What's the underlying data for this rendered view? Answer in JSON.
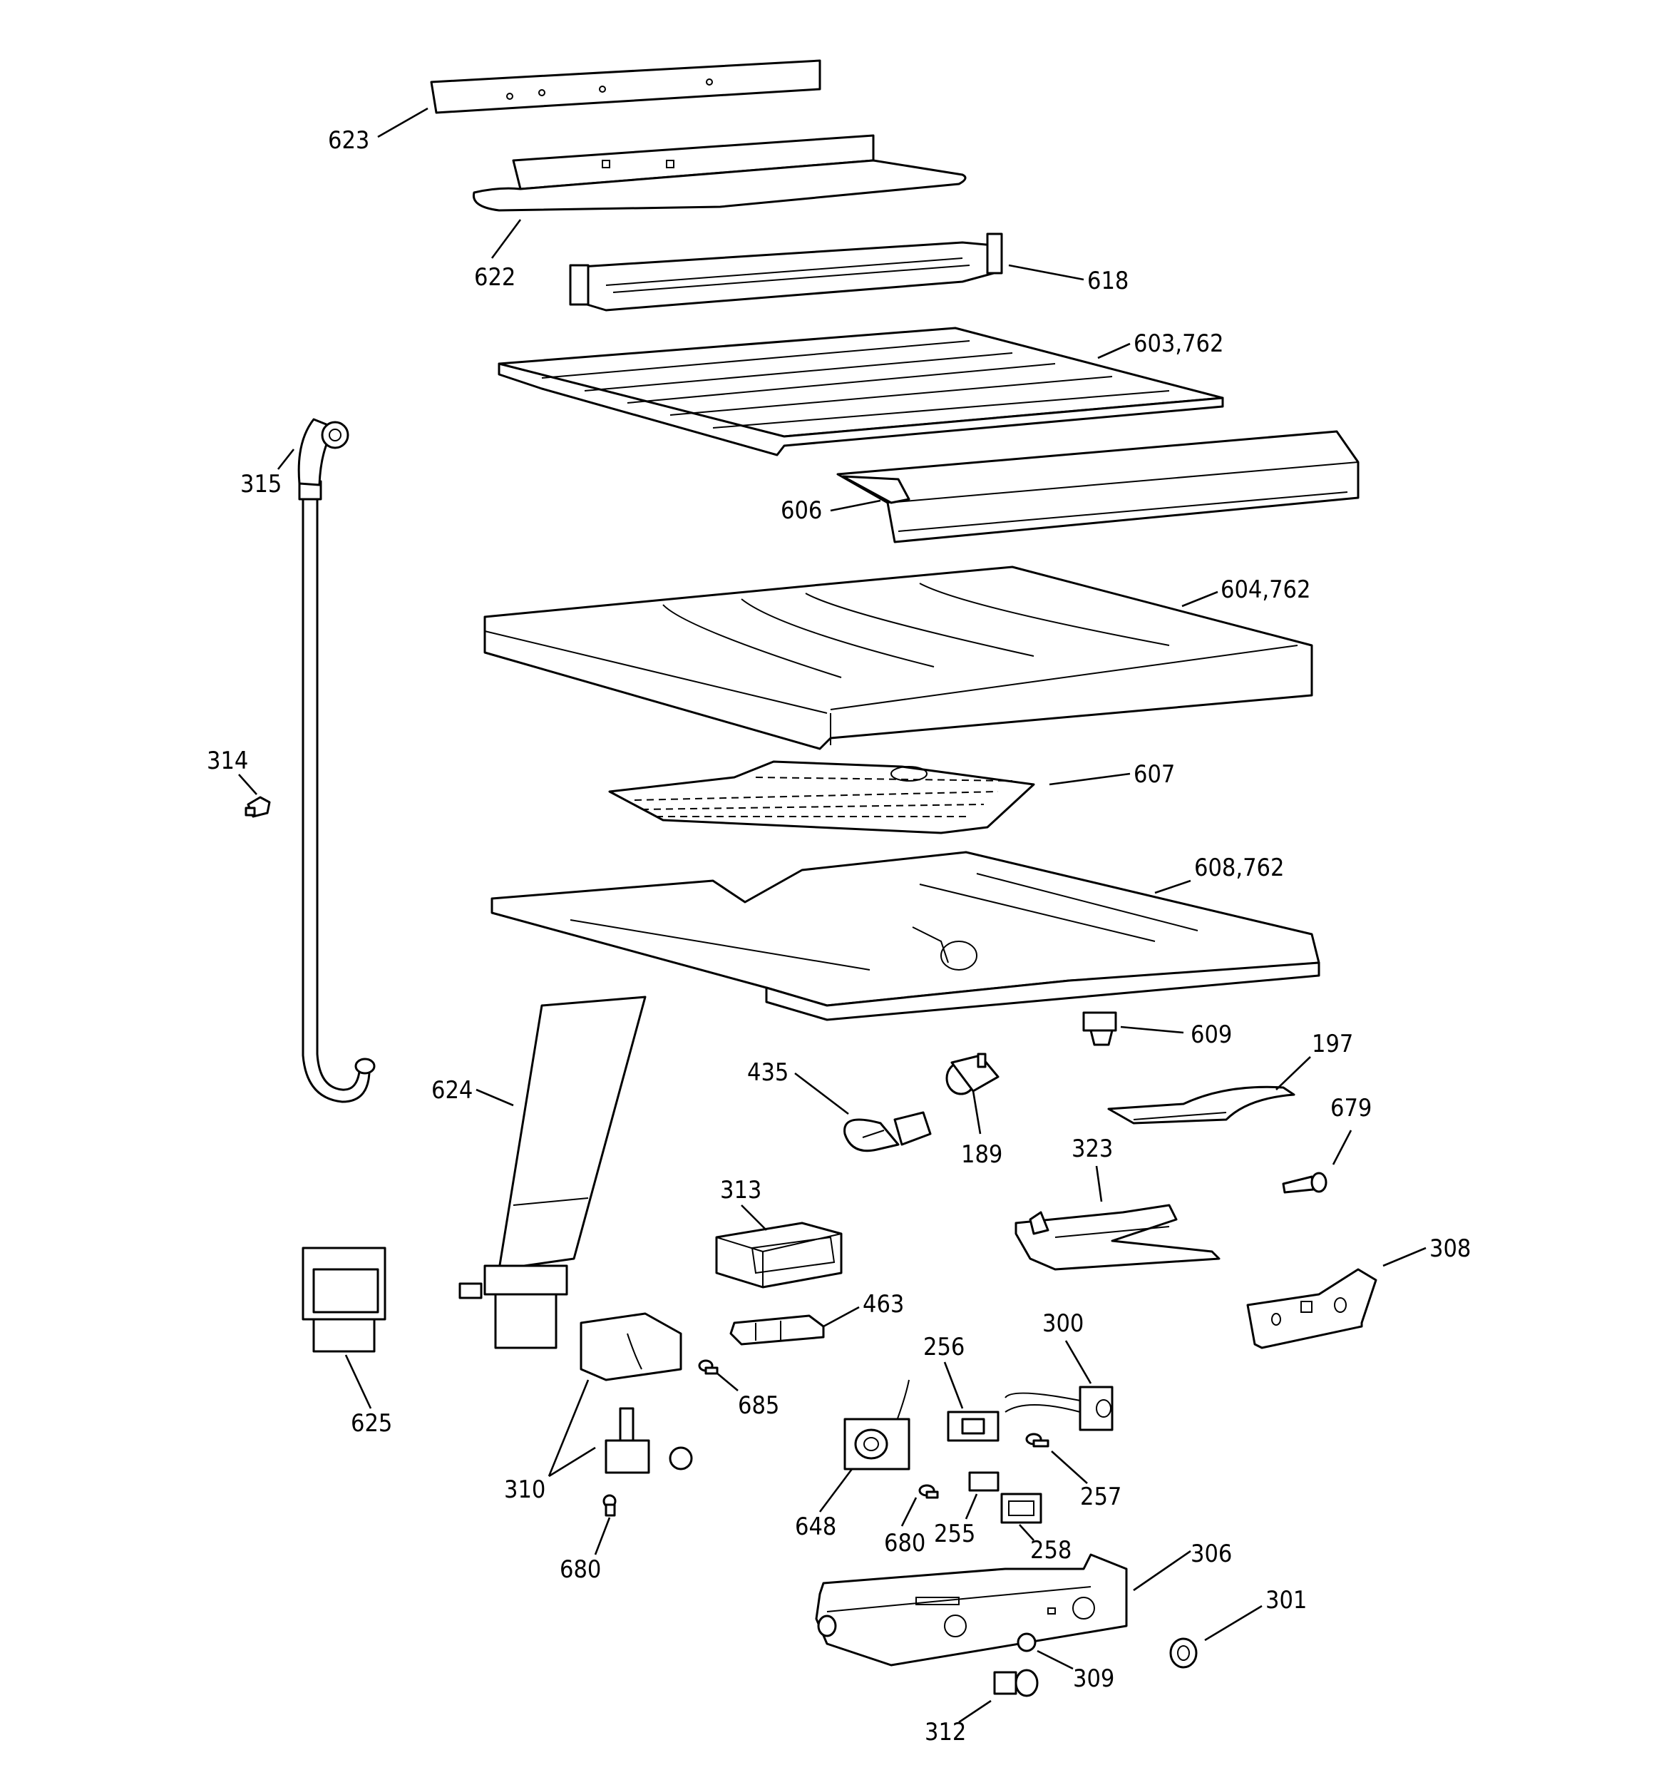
{
  "labels": {
    "l623": "623",
    "l622": "622",
    "l618": "618",
    "l603": "603,762",
    "l315": "315",
    "l606": "606",
    "l604": "604,762",
    "l314": "314",
    "l607": "607",
    "l608": "608,762",
    "l609": "609",
    "l197": "197",
    "l435": "435",
    "l624": "624",
    "l189": "189",
    "l679": "679",
    "l323": "323",
    "l313": "313",
    "l308": "308",
    "l463": "463",
    "l300": "300",
    "l256": "256",
    "l625": "625",
    "l685": "685",
    "l257": "257",
    "l310": "310",
    "l648": "648",
    "l680a": "680",
    "l255": "255",
    "l258": "258",
    "l680b": "680",
    "l306": "306",
    "l301": "301",
    "l309": "309",
    "l312": "312"
  }
}
